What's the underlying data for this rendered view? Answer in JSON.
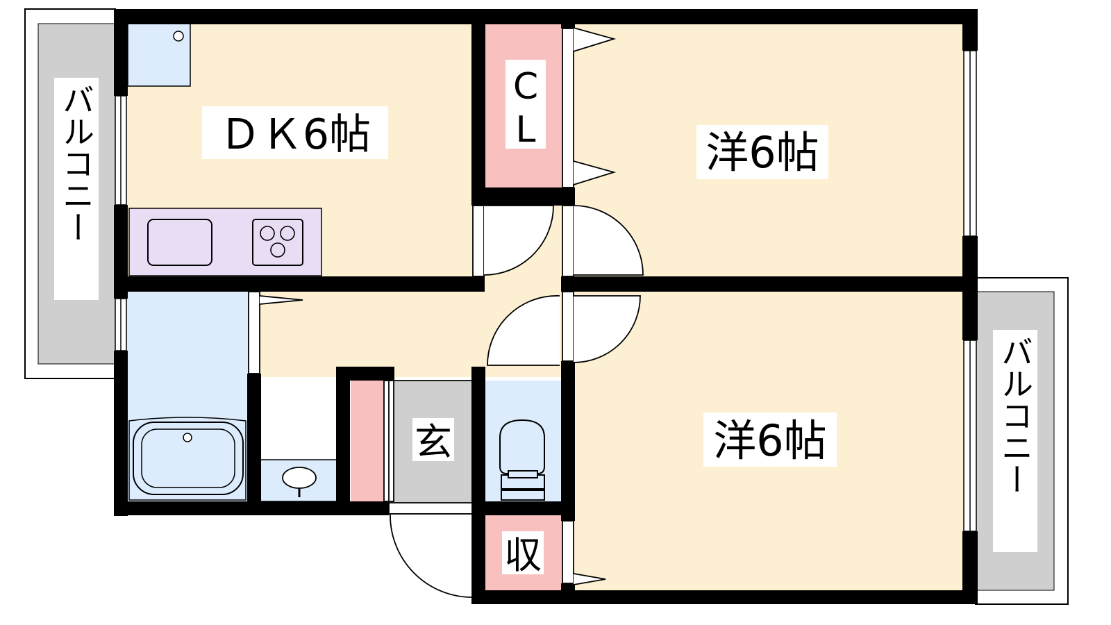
{
  "rooms": {
    "dk": {
      "label": "ＤＫ6帖"
    },
    "closet": {
      "label": "CL"
    },
    "western_top": {
      "label": "洋6帖"
    },
    "western_bottom": {
      "label": "洋6帖"
    },
    "entrance": {
      "label": "玄"
    },
    "storage": {
      "label": "収"
    }
  },
  "balcony_left": {
    "label": "バルコニー"
  },
  "balcony_right": {
    "label": "バルコニー"
  },
  "colors": {
    "room": "#fdf0d2",
    "water": "#dcecfc",
    "closet": "#f9c0c0",
    "kitchen_counter": "#e8ddf4",
    "floor_gray": "#cfcfcf",
    "wall": "#000000"
  }
}
